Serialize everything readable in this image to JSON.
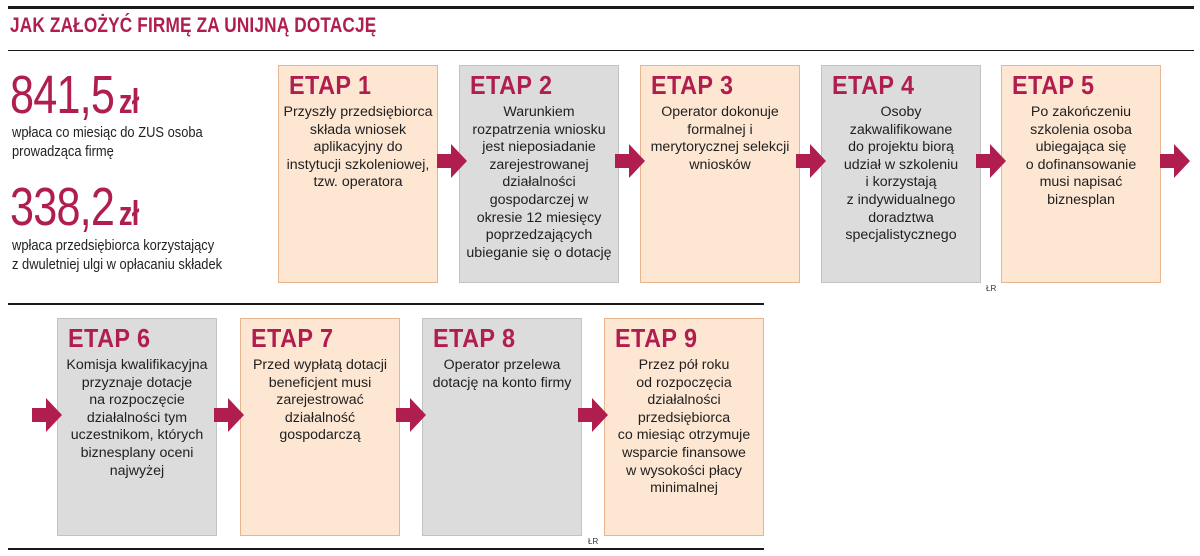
{
  "header": {
    "title": "JAK ZAŁOŻYĆ FIRMĘ ZA UNIJNĄ DOTACJĘ"
  },
  "stats": [
    {
      "value": "841,5",
      "unit": "zł",
      "description": "wpłaca co miesiąc do ZUS osoba\nprowadząca firmę"
    },
    {
      "value": "338,2",
      "unit": "zł",
      "description": "wpłaca przedsiębiorca korzystający\nz dwuletniej ulgi w opłacaniu składek"
    }
  ],
  "stages": [
    {
      "label": "ETAP 1",
      "text": "Przyszły przedsiębiorca\nskłada wniosek\naplikacyjny do\ninstytucji szkoleniowej,\ntzw. operatora",
      "color": "orange"
    },
    {
      "label": "ETAP 2",
      "text": "Warunkiem\nrozpatrzenia wniosku\njest nieposiadanie\nzarejestrowanej\ndziałalności\ngospodarczej w\nokresie 12 miesięcy\npoprzedzających\nubieganie się o dotację",
      "color": "gray"
    },
    {
      "label": "ETAP 3",
      "text": "Operator dokonuje\nformalnej i\nmerytorycznej selekcji\nwniosków",
      "color": "orange"
    },
    {
      "label": "ETAP 4",
      "text": "Osoby\nzakwalifikowane\ndo projektu biorą\nudział w szkoleniu\ni korzystają\nz indywidualnego\ndoradztwa\nspecjalistycznego",
      "color": "gray"
    },
    {
      "label": "ETAP 5",
      "text": "Po zakończeniu\nszkolenia osoba\nubiegająca się\no dofinansowanie\nmusi napisać\nbiznesplan",
      "color": "orange"
    },
    {
      "label": "ETAP 6",
      "text": "Komisja kwalifikacyjna\nprzyznaje dotacje\nna rozpoczęcie\ndziałalności tym\nuczestnikom, których\nbiznesplany oceni\nnajwyżej",
      "color": "gray"
    },
    {
      "label": "ETAP 7",
      "text": "Przed wypłatą dotacji\nbeneficjent musi\nzarejestrować\ndziałalność\ngospodarczą",
      "color": "orange"
    },
    {
      "label": "ETAP 8",
      "text": "Operator przelewa\ndotację na konto firmy",
      "color": "gray"
    },
    {
      "label": "ETAP 9",
      "text": "Przez pół roku\nod rozpoczęcia\ndziałalności\nprzedsiębiorca\nco miesiąc otrzymuje\nwsparcie finansowe\nw wysokości płacy\nminimalnej",
      "color": "orange"
    }
  ],
  "credits": [
    "ŁR",
    "ŁR"
  ],
  "colors": {
    "accent": "#b01e4f",
    "orange_box": "#fde6d2",
    "gray_box": "#dcdcdc"
  }
}
